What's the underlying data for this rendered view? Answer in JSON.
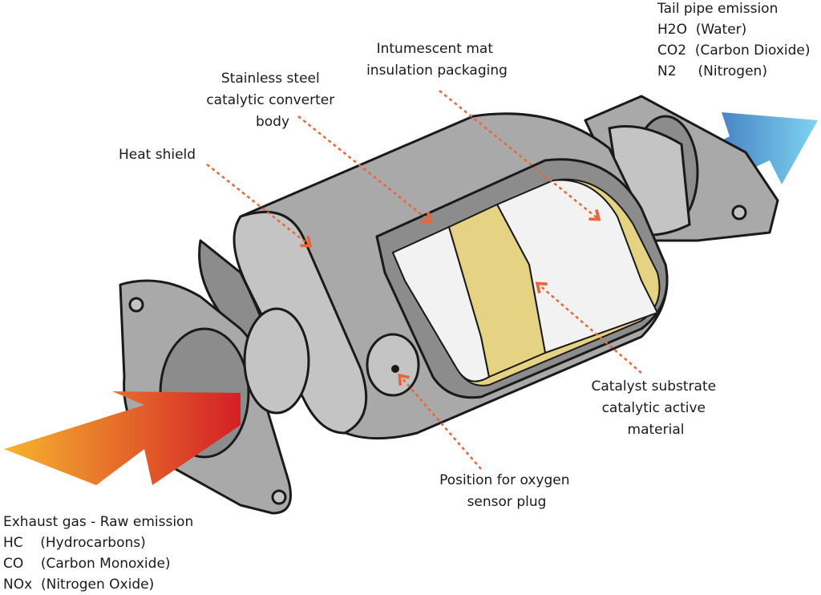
{
  "labels": {
    "stainless_steel": [
      "Stainless steel",
      "catalytic converter",
      "body"
    ],
    "intumescent_mat": [
      "Intumescent mat",
      "insulation packaging"
    ],
    "heat_shield": "Heat shield",
    "catalyst_substrate": [
      "Catalyst substrate",
      "catalytic active",
      "material"
    ],
    "oxygen_sensor": [
      "Position for oxygen",
      "sensor plug"
    ]
  },
  "tail_pipe": {
    "title": "Tail pipe emission",
    "lines": [
      "H2O  (Water)",
      "CO2  (Carbon Dioxide)",
      "N2     (Nitrogen)"
    ]
  },
  "exhaust": {
    "title": "Exhaust gas - Raw emission",
    "lines": [
      "HC    (Hydrocarbons)",
      "CO    (Carbon Monoxide)",
      "NOx  (Nitrogen Oxide)"
    ]
  },
  "colors": {
    "leader": "#e8663a",
    "inlet_arrow_start": "#f6b52e",
    "inlet_arrow_end": "#d41f26",
    "outlet_arrow_start": "#2b5fae",
    "outlet_arrow_end": "#7fd3f2",
    "substrate_white": "#f2f2f2",
    "substrate_yellow": "#e6d283",
    "metal": "#a9a9a9"
  }
}
